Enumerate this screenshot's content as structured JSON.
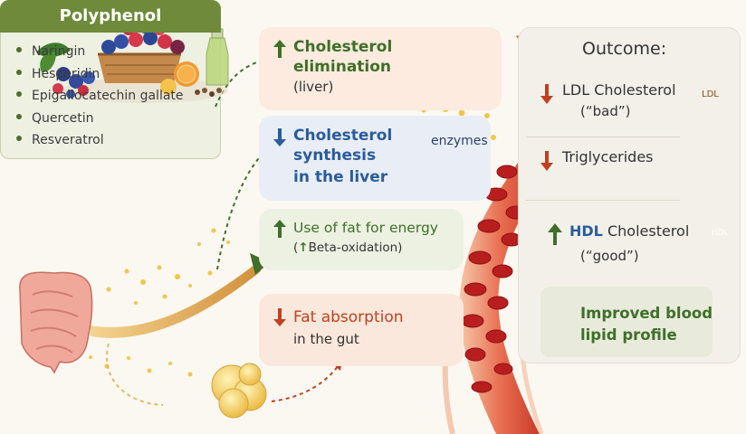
{
  "polyphenol": {
    "title": "Polyphenol",
    "items": [
      "Naringin",
      "Hesperidin",
      "Epigallocatechin gallate",
      "Quercetin",
      "Resveratrol"
    ]
  },
  "effects": {
    "elimination": {
      "line1": "Cholesterol",
      "line2": "elimination",
      "line3": "(liver)"
    },
    "synthesis": {
      "line1": "Cholesterol",
      "line2": "synthesis",
      "line3": "in the liver",
      "enzymes_label": "enzymes"
    },
    "fat_energy": {
      "line1": "Use of fat for energy",
      "line2": "Beta-oxidation)",
      "prefix": "("
    },
    "absorption": {
      "line1": "Fat absorption",
      "line2": "in the gut"
    }
  },
  "outcome": {
    "title": "Outcome:",
    "ldl": {
      "label": "LDL Cholesterol",
      "sub": "(“bad”)",
      "badge": "LDL"
    },
    "triglycerides": {
      "label": "Triglycerides"
    },
    "hdl": {
      "label_bold": "HDL",
      "label_rest": " Cholesterol",
      "sub": "(“good”)",
      "badge": "HDL"
    },
    "improved": {
      "line1": "Improved blood",
      "line2": "lipid profile"
    }
  },
  "colors": {
    "green": "#3f6f2a",
    "blue": "#2a5c9c",
    "red": "#c2401f",
    "olive_header": "#6e8a3a"
  }
}
